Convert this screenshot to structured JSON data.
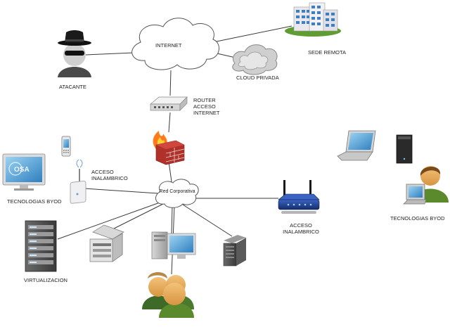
{
  "diagram": {
    "internet": "INTERNET",
    "red_corporativa": "Red Corporativa",
    "atacante": "ATACANTE",
    "cloud_privada": "CLOUD PRIVADA",
    "sede_remota": "SEDE REMOTA",
    "router": [
      "ROUTER",
      "ACCESO",
      "INTERNET"
    ],
    "acceso_inalambrico_left": [
      "ACCESO",
      "INALAMBRICO"
    ],
    "acceso_inalambrico_right": [
      "ACCESO",
      "INALAMBRICO"
    ],
    "tecnologias_byod_left": "TECNOLOGIAS BYOD",
    "tecnologias_byod_right": "TECNOLOGIAS BYOD",
    "virtualizacion": "VIRTUALIZACION",
    "monitor_logo": "OSA"
  },
  "colors": {
    "link": "#3a3a3a",
    "cloud_fill": "#ffffff",
    "brick": "#b0302a",
    "screen_blue": "#3a92c8",
    "router_blue": "#1f3f8f"
  }
}
